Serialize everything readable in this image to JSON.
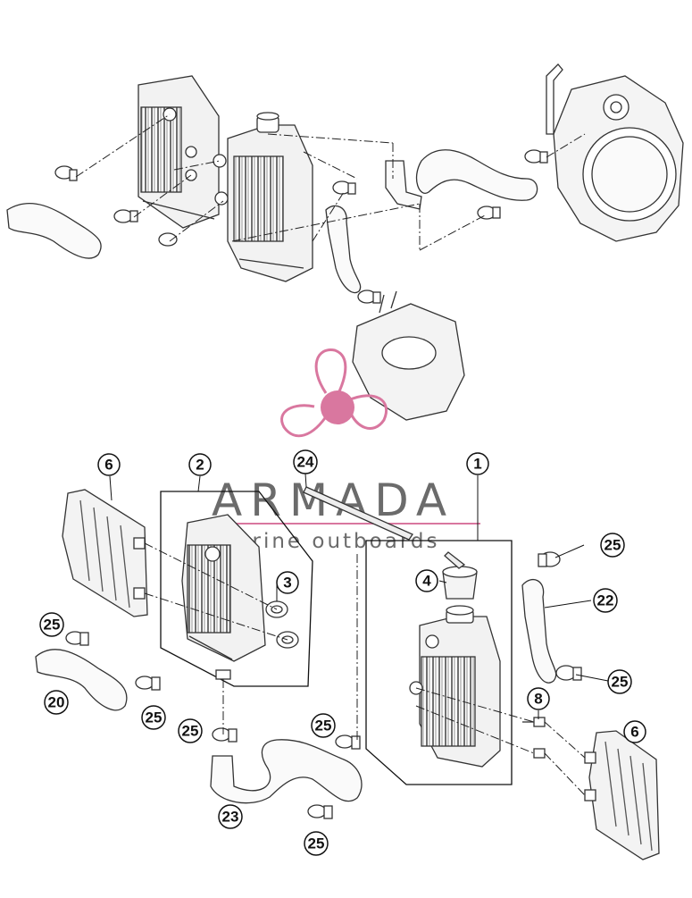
{
  "diagram": {
    "callouts": [
      "1",
      "2",
      "3",
      "4",
      "6",
      "6",
      "8",
      "20",
      "22",
      "23",
      "24",
      "25",
      "25",
      "25",
      "25",
      "25",
      "25",
      "25"
    ]
  },
  "watermark": {
    "title": "ARMADA",
    "subtitle": "marine outboards",
    "logo_color": "#d9779f",
    "text_color": "#6b6b6b"
  }
}
